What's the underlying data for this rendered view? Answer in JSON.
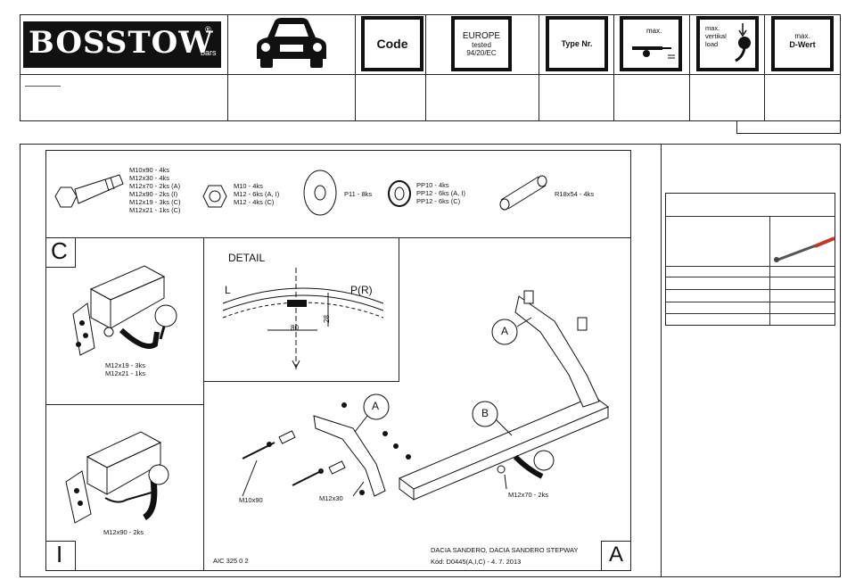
{
  "header": {
    "logo_text": "BOSSTOW",
    "logo_registered": "®",
    "logo_sub": "bars",
    "code_label": "Code",
    "europe_lines": [
      "EUROPE",
      "tested",
      "94/20/EC"
    ],
    "type_label": "Type Nr.",
    "max_trailer": "max.",
    "vertical_lines": [
      "max.",
      "vertikal",
      "load"
    ],
    "dwert_lines": [
      "max.",
      "D-Wert"
    ]
  },
  "parts": {
    "bolts": [
      "M10x90 - 4ks",
      "M12x30 - 4ks",
      "M12x70 - 2ks (A)",
      "M12x90 - 2ks (I)",
      "M12x19 - 3ks (C)",
      "M12x21 - 1ks (C)"
    ],
    "nuts": [
      "M10 - 4ks",
      "M12 - 6ks (A, I)",
      "M12 - 4ks (C)"
    ],
    "washer": "P11 - 8ks",
    "spring_washers": [
      "PP10 - 4ks",
      "PP12 - 6ks (A, I)",
      "PP12 - 6ks (C)"
    ],
    "spacer": "R18x54 - 4ks"
  },
  "panels": {
    "c_letter": "C",
    "c_labels": [
      "M12x19 - 3ks",
      "M12x21 - 1ks"
    ],
    "i_letter": "I",
    "i_label": "M12x90 - 2ks",
    "detail_title": "DETAIL",
    "detail_l": "L",
    "detail_pr": "P(R)",
    "detail_dim_h": "80",
    "detail_dim_v": "28"
  },
  "main_drawing": {
    "callout_a1": "A",
    "callout_a2": "A",
    "callout_b": "B",
    "label_m10x90": "M10x90",
    "label_m12x30": "M12x30",
    "label_m12x70": "M12x70 - 2ks",
    "drawing_code": "AIC 325 0 2",
    "vehicle": "DACIA SANDERO, DACIA SANDERO STEPWAY",
    "kod": "Kód: D0445(A,I,C) - 4. 7. 2013",
    "variant_letter": "A"
  }
}
